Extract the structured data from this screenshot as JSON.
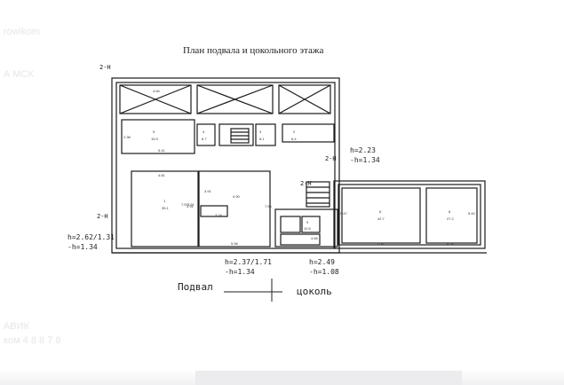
{
  "plan_title": "План подвала и цокольного этажа",
  "watermarks": [
    "rowikom",
    "А МСК",
    "АВИК",
    "ком 4 8 8 7 8"
  ],
  "labels": {
    "section_left": "2-H",
    "section_mid": "2-H",
    "section_top": "2-H",
    "section_b": "2-H",
    "height_right": "h=2.23",
    "height_right_delta": "-h=1.34",
    "height_left": "h=2.62/1.31",
    "height_left_delta": "-h=1.34",
    "height_bottom_1": "h=2.37/1.71",
    "height_bottom_1_delta": "-h=1.34",
    "height_bottom_2": "h=2.49",
    "height_bottom_2_delta": "-h=1.08",
    "basement": "Подвал",
    "plinth": "цоколь"
  },
  "rooms": [
    {
      "num": "5",
      "area": "15.9"
    },
    {
      "num": "4",
      "area": "6.7"
    },
    {
      "num": "3",
      "area": "8.1"
    },
    {
      "num": "2",
      "area": "6.4"
    },
    {
      "num": "1",
      "area": "35.1"
    },
    {
      "num": "6",
      "area": "42.7"
    },
    {
      "num": "8",
      "area": "27.2"
    },
    {
      "num": "9",
      "area": "10.5"
    }
  ],
  "dims": [
    "4.84",
    "2.38",
    "3.91",
    "4.81",
    "3.24",
    "7.57",
    "5.96",
    "7.56",
    "3.91",
    "7.68",
    "4.38",
    "5.47",
    "5.42",
    "4.66",
    "3.61",
    "0.90",
    "5.41"
  ]
}
